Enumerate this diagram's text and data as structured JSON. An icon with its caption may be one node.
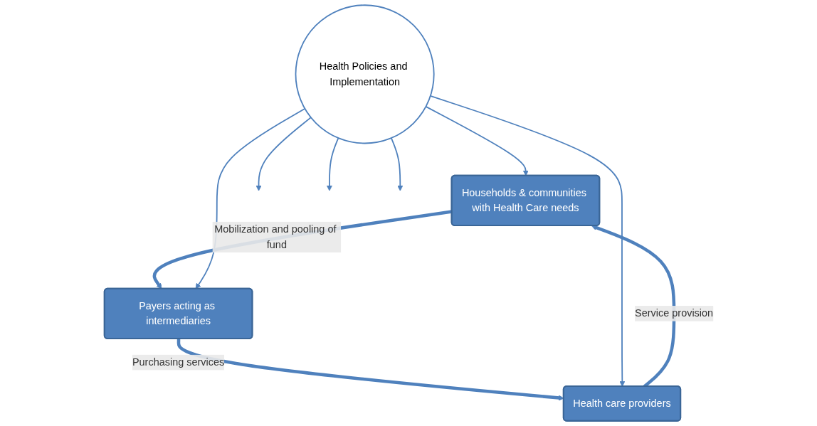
{
  "diagram": {
    "nodes": [
      {
        "text": [
          "Households & communities with Health Care needs"
        ]
      },
      {
        "text": [
          "Health care providers"
        ]
      },
      {
        "text": [
          "Health Policies and Implementation"
        ]
      },
      {
        "text": [
          "Payers acting as intermediaries"
        ]
      }
    ],
    "edges": [
      {
        "from": 1,
        "to": 0,
        "arrow": "to",
        "label": "Service provision",
        "style": "thick"
      },
      {
        "from": 0,
        "to": 3,
        "arrow": "to",
        "label": "Mobilization and pooling of fund",
        "style": "thick"
      },
      {
        "from": 3,
        "to": 1,
        "arrow": "to",
        "label": "Purchasing services",
        "style": "thick"
      },
      {
        "from": 2,
        "to": null,
        "arrow": "to"
      },
      {
        "from": 2,
        "to": 0,
        "arrow": "to"
      },
      {
        "from": 2,
        "to": 1,
        "arrow": "to"
      },
      {
        "from": 2,
        "to": null,
        "arrow": "to"
      },
      {
        "from": 2,
        "to": null,
        "arrow": "to"
      },
      {
        "from": 2,
        "to": 3,
        "arrow": "to"
      }
    ]
  }
}
